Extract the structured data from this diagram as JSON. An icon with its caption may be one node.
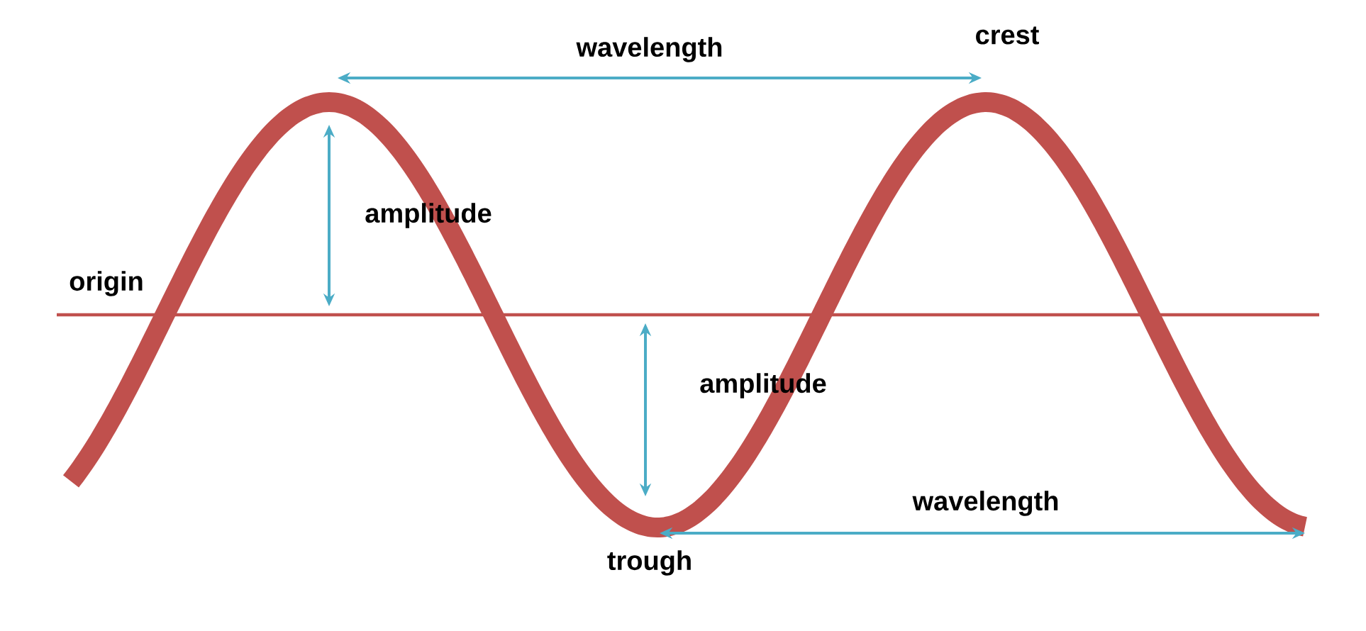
{
  "diagram": {
    "labels": [
      "wavelength",
      "crest",
      "amplitude",
      "origin",
      "amplitude",
      "wavelength",
      "trough"
    ]
  }
}
